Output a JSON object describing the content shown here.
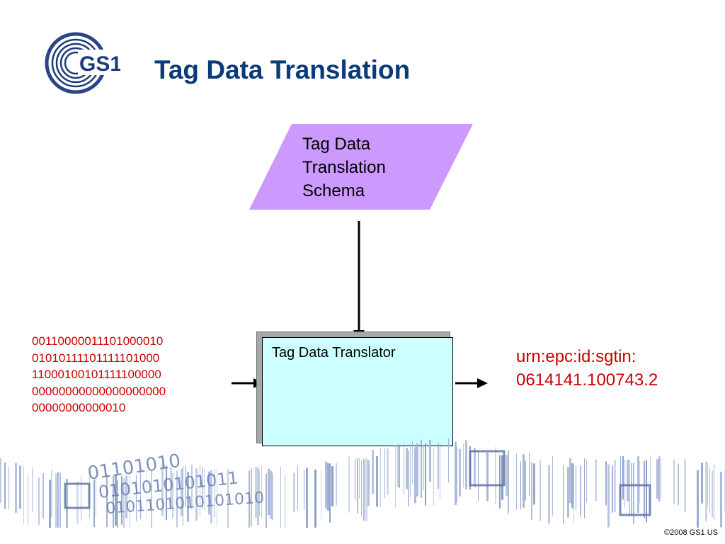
{
  "slide": {
    "title": "Tag Data Translation",
    "copyright": "©2008 GS1 US"
  },
  "logo": {
    "text": "GS1",
    "color": "#1f3a7a"
  },
  "diagram": {
    "schema": {
      "lines": [
        "Tag Data",
        "Translation",
        "Schema"
      ],
      "fill": "#cc99ff"
    },
    "translator": {
      "label": "Tag Data Translator",
      "fill": "#ccffff"
    },
    "input_binary": [
      "00110000011101000010",
      "01010111101111101000",
      "11000100101111100000",
      "00000000000000000000",
      "00000000000010"
    ],
    "output_urn": [
      "urn:epc:id:sgtin:",
      "0614141.100743.2"
    ],
    "text_accent": "#cc0000"
  },
  "banner": {
    "binary_strings": [
      "01101010",
      "0101010101011",
      "0101101010101010"
    ]
  }
}
